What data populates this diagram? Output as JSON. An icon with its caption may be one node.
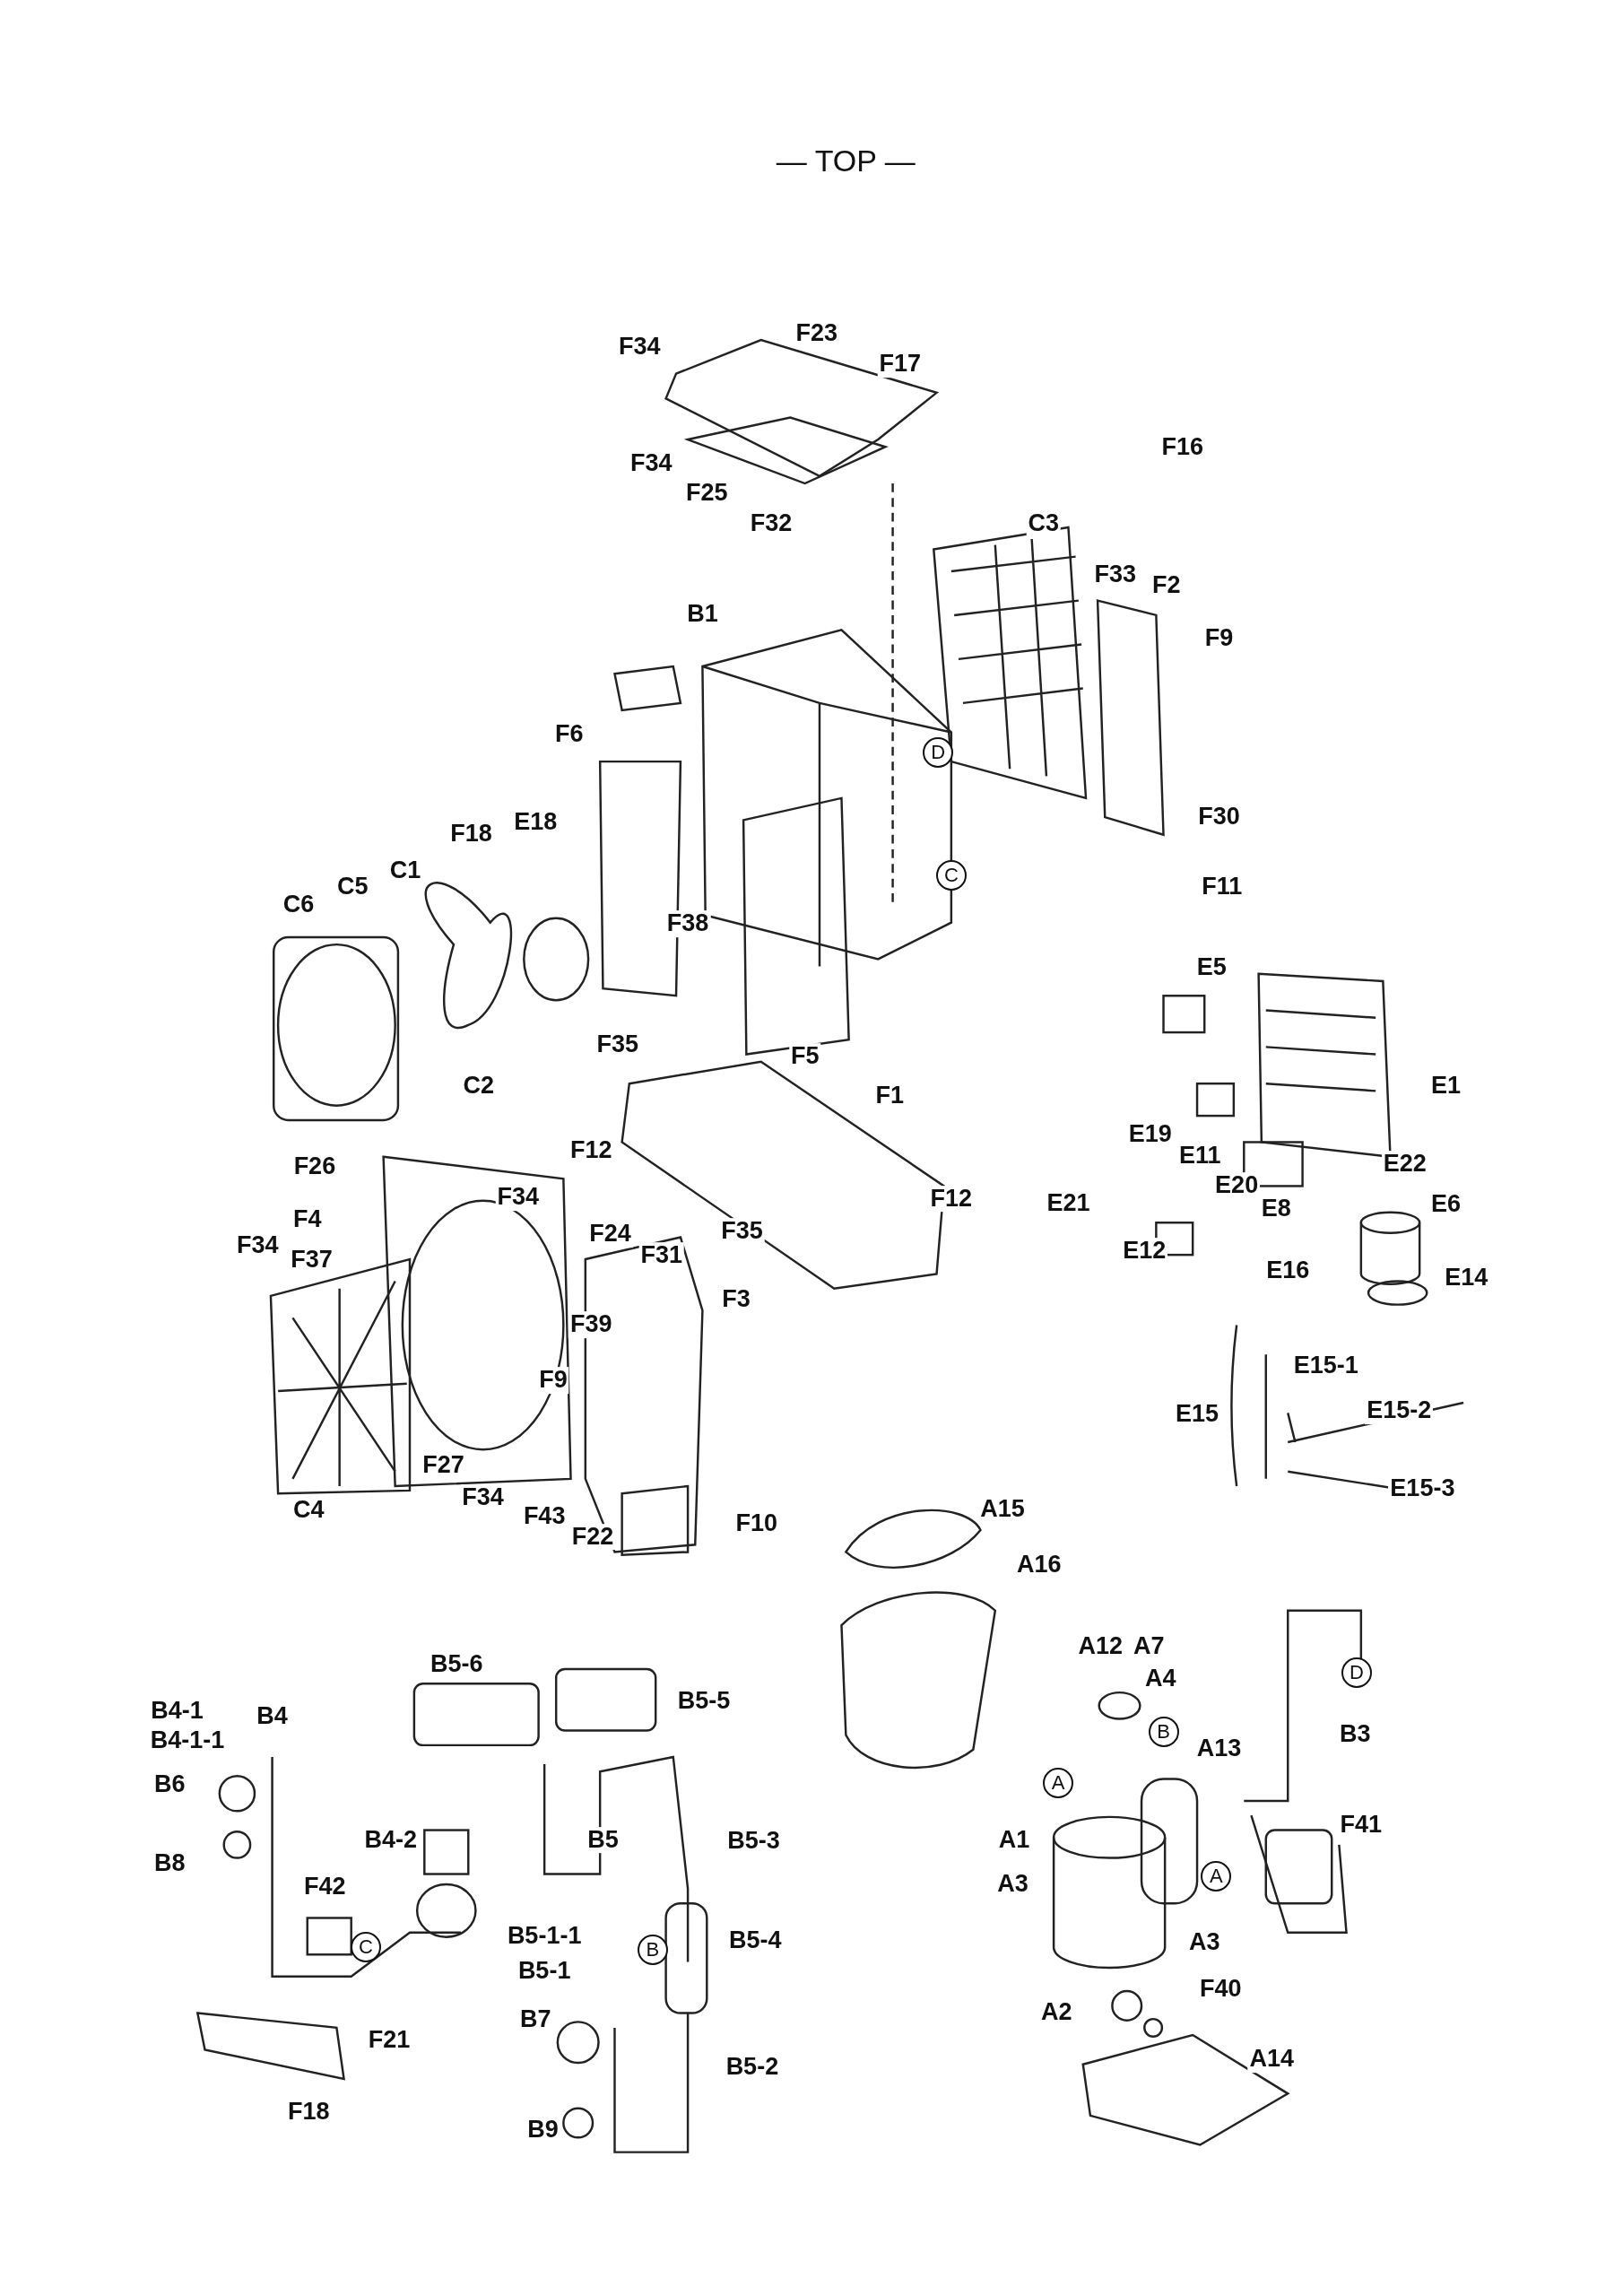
{
  "diagram": {
    "labels": [
      "— TOP —",
      "F34",
      "F23",
      "F17",
      "F34",
      "F25",
      "F32",
      "F16",
      "C3",
      "F33",
      "F2",
      "B1",
      "F9",
      "F6",
      "D",
      "F18",
      "E18",
      "F30",
      "C1",
      "C",
      "C6",
      "C5",
      "F11",
      "F38",
      "E5",
      "F5",
      "C2",
      "F35",
      "F1",
      "E1",
      "F26",
      "F12",
      "E19",
      "E11",
      "E20",
      "E22",
      "F34",
      "F4",
      "F12",
      "E21",
      "E8",
      "E6",
      "F35",
      "F34",
      "F24",
      "F31",
      "E12",
      "E16",
      "E14",
      "F37",
      "F3",
      "F39",
      "E15-1",
      "E15",
      "E15-2",
      "F9",
      "E15-3",
      "F27",
      "F34",
      "C4",
      "F43",
      "F22",
      "F10",
      "A15",
      "A16",
      "B5-6",
      "B5-5",
      "A12",
      "A7",
      "A4",
      "D",
      "B4-1",
      "B4",
      "B",
      "A13",
      "B4-1-1",
      "B3",
      "B6",
      "A",
      "B4-2",
      "B5",
      "B5-3",
      "A1",
      "F41",
      "B8",
      "F42",
      "A3",
      "A",
      "C",
      "B5-1-1",
      "B",
      "B5-4",
      "A3",
      "B5-1",
      "F40",
      "B7",
      "A2",
      "F21",
      "A14",
      "B5-2",
      "F18",
      "B9"
    ]
  }
}
